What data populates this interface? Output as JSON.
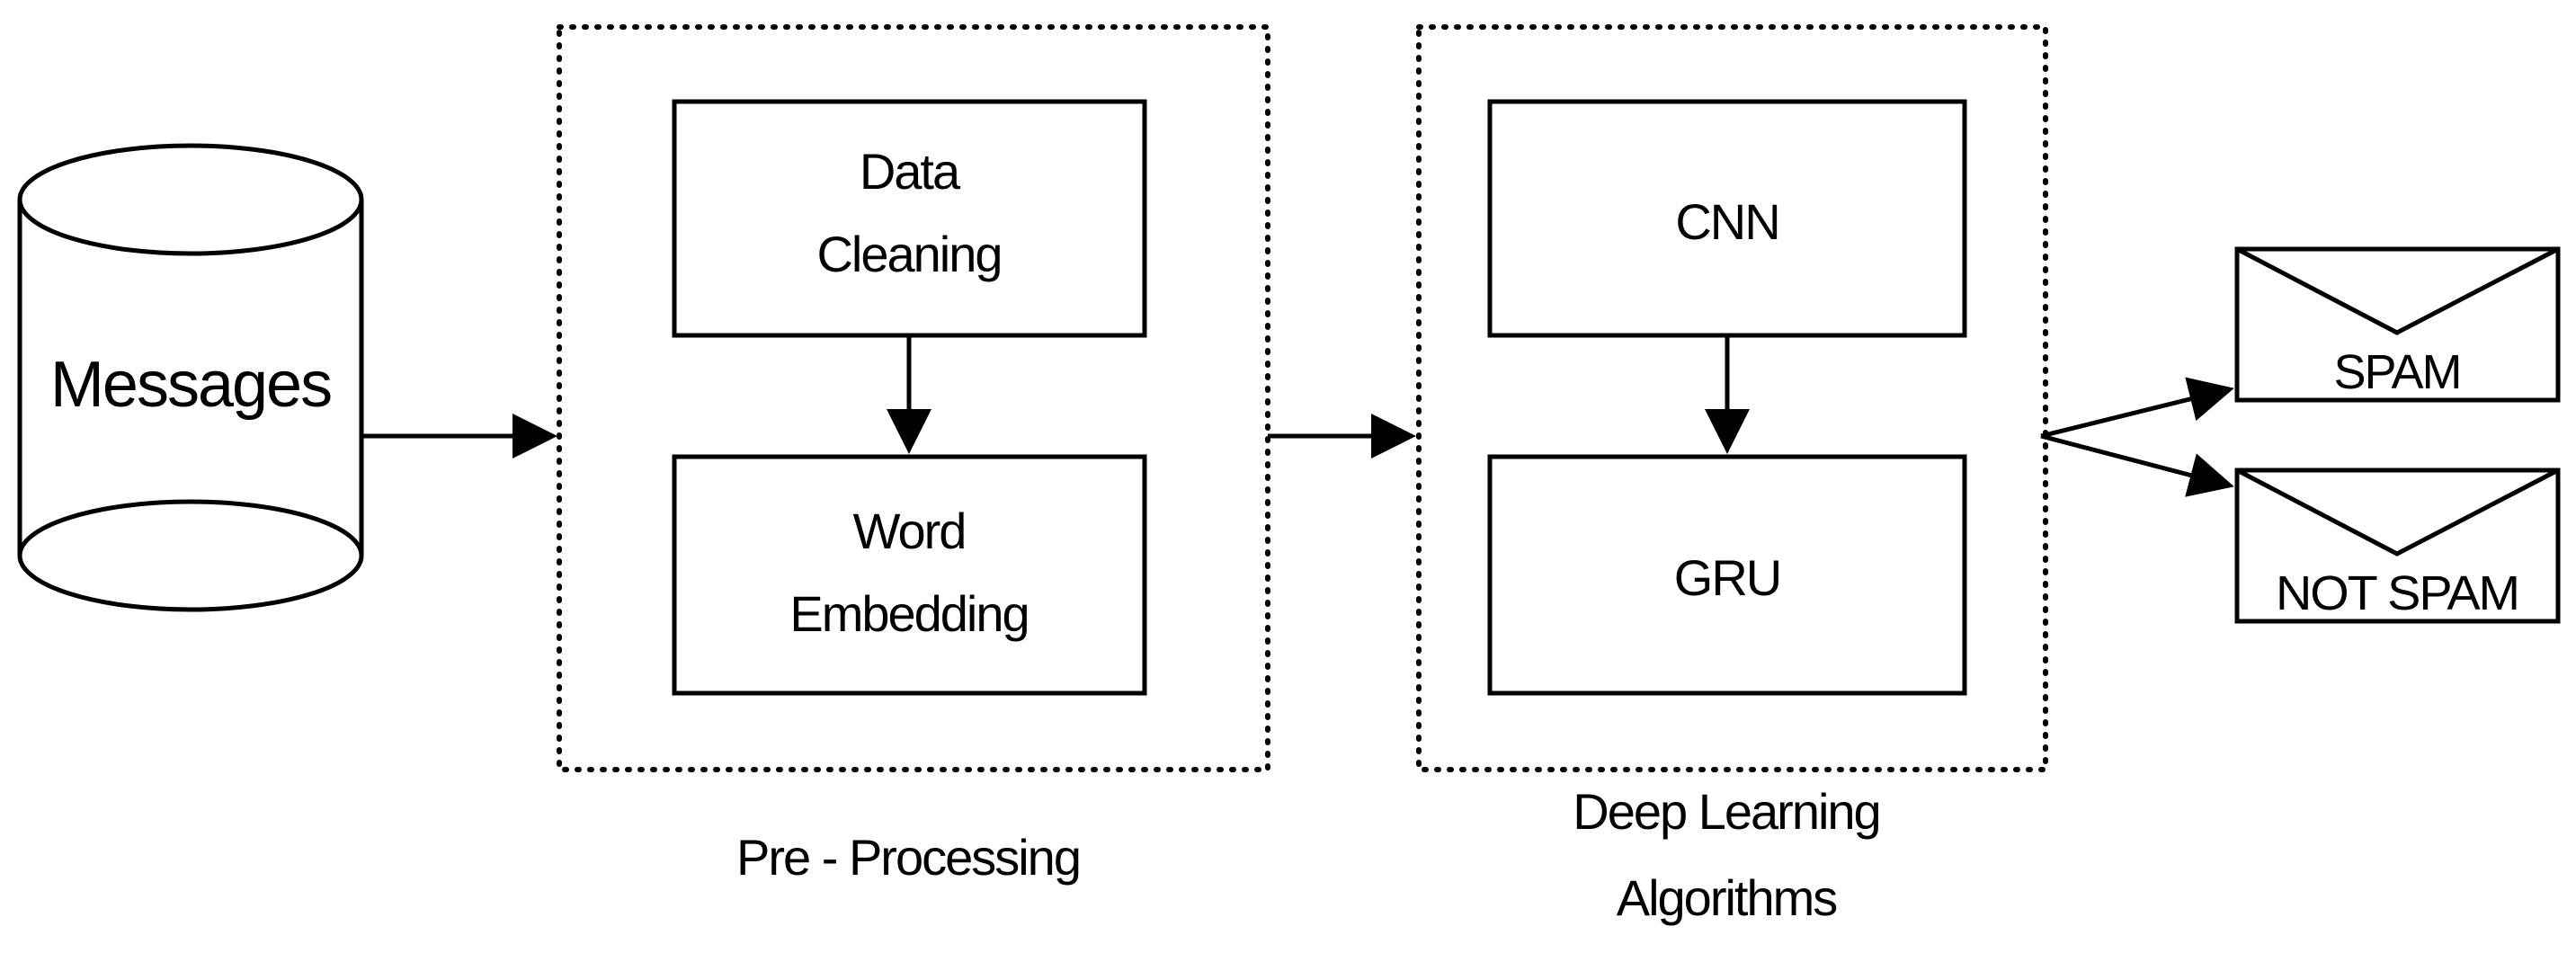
{
  "colors": {
    "stroke": "#000000",
    "background": "#ffffff"
  },
  "nodes": {
    "messages": "Messages",
    "data_cleaning_line1": "Data",
    "data_cleaning_line2": "Cleaning",
    "word_embedding_line1": "Word",
    "word_embedding_line2": "Embedding",
    "cnn": "CNN",
    "gru": "GRU",
    "spam": "SPAM",
    "not_spam": "NOT SPAM"
  },
  "groups": {
    "preprocessing_label": "Pre - Processing",
    "deep_learning_label_line1": "Deep Learning",
    "deep_learning_label_line2": "Algorithms"
  }
}
